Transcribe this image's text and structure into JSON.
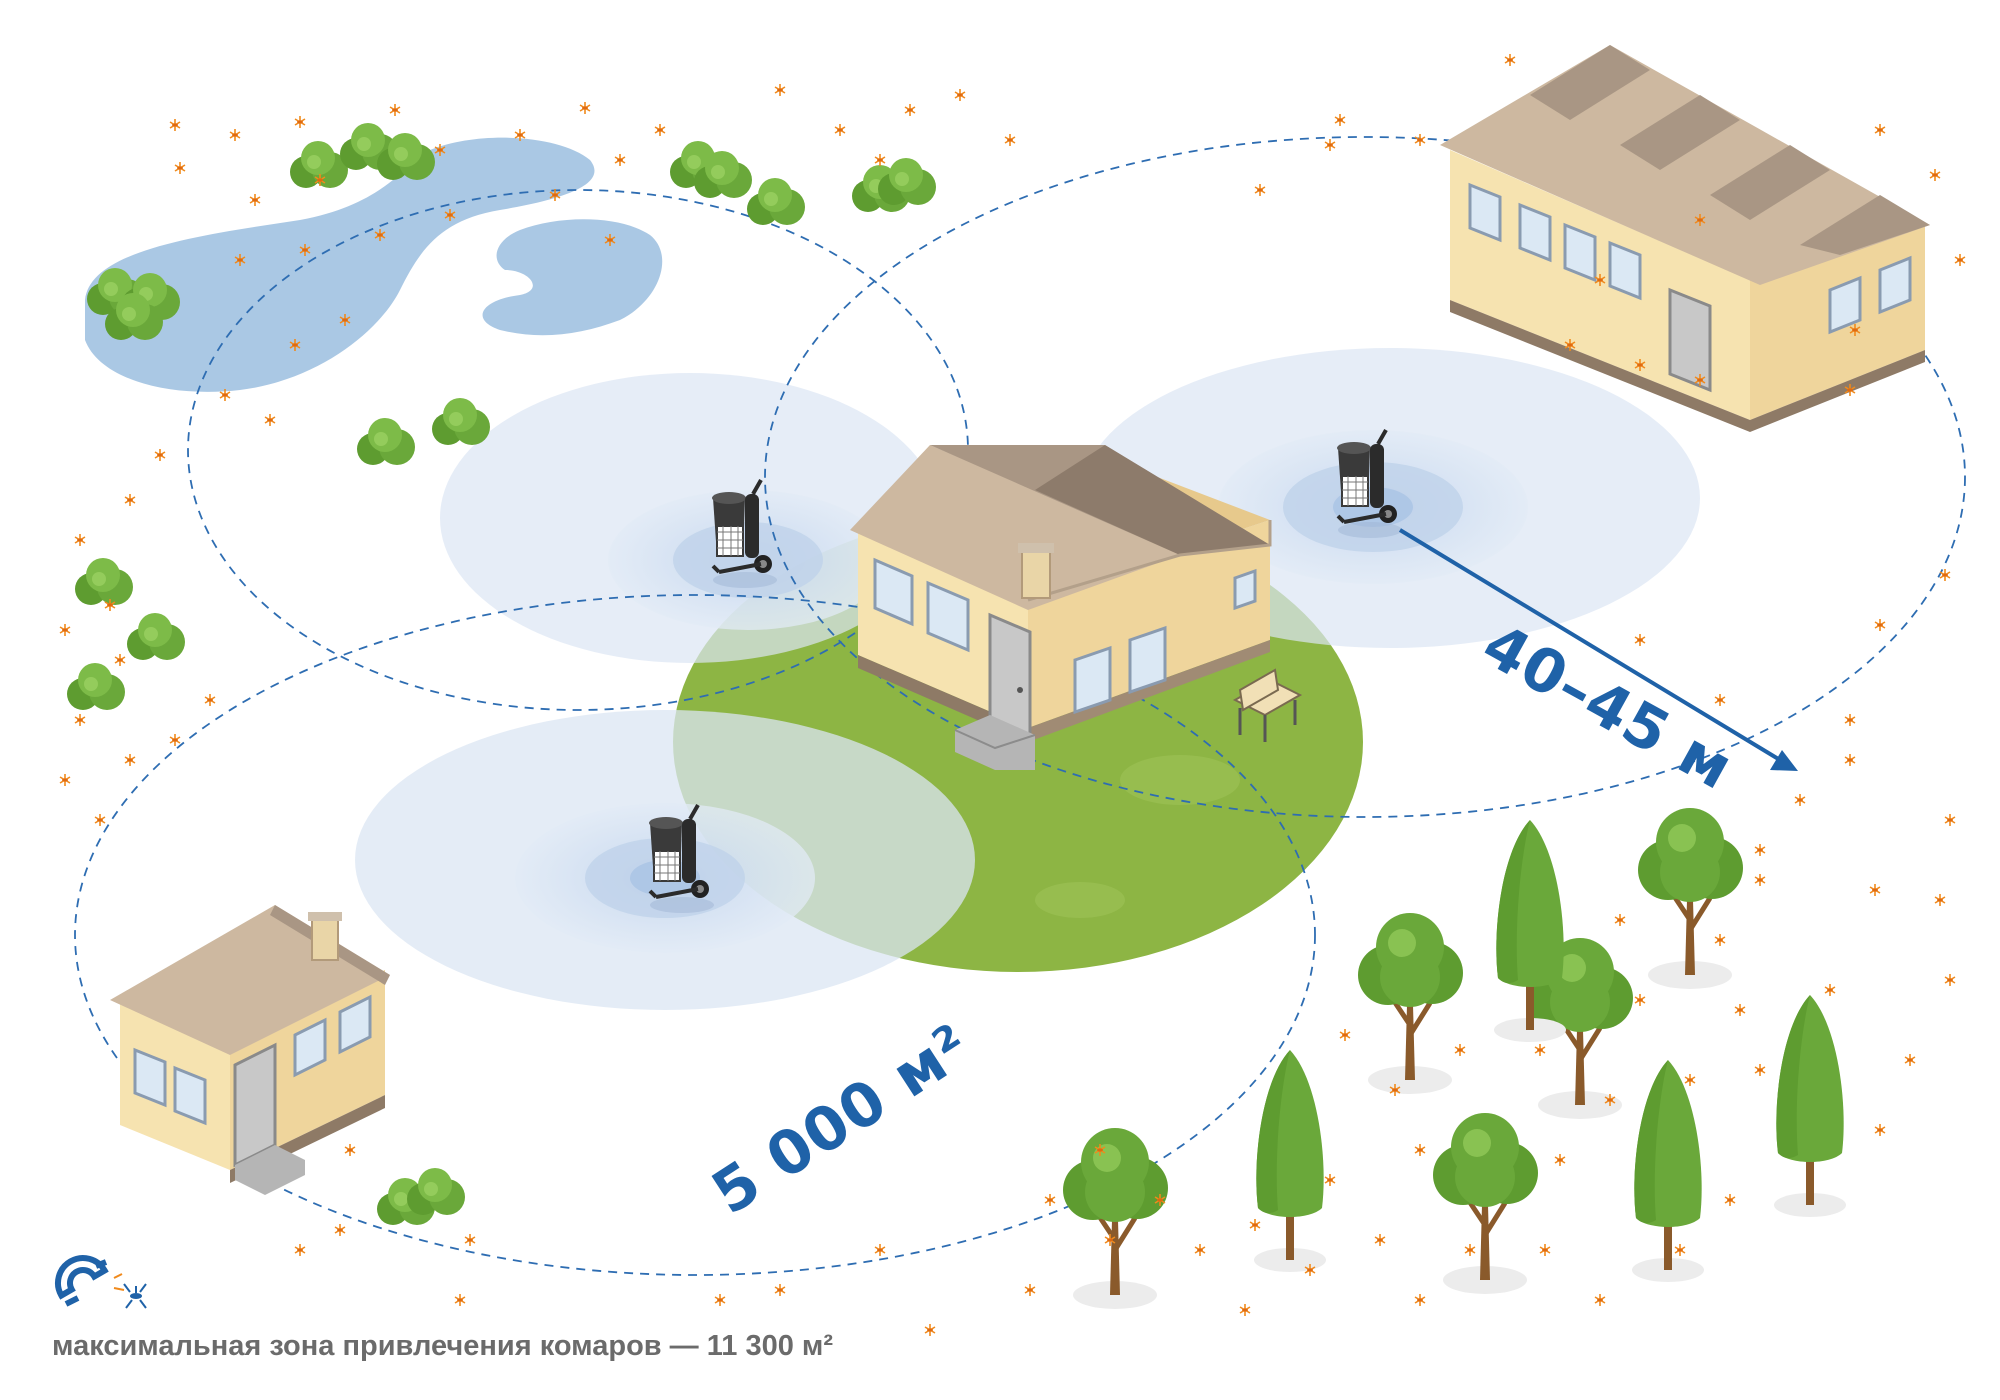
{
  "labels": {
    "distance": "40–45 м",
    "area": "5 000 м²",
    "caption": "максимальная зона привлечения комаров — 11 300 м²"
  },
  "icons": {
    "logo": "magnet-mosquito-icon"
  },
  "colors": {
    "accent": "#1f62a8",
    "lawn": "#8db544",
    "water": "#aac8e4",
    "zone": "#dbe6f3",
    "bush": "#6aa83a",
    "wall": "#f6e3b0",
    "roof": "#c9b39c",
    "mosquito": "#f08a1c"
  }
}
